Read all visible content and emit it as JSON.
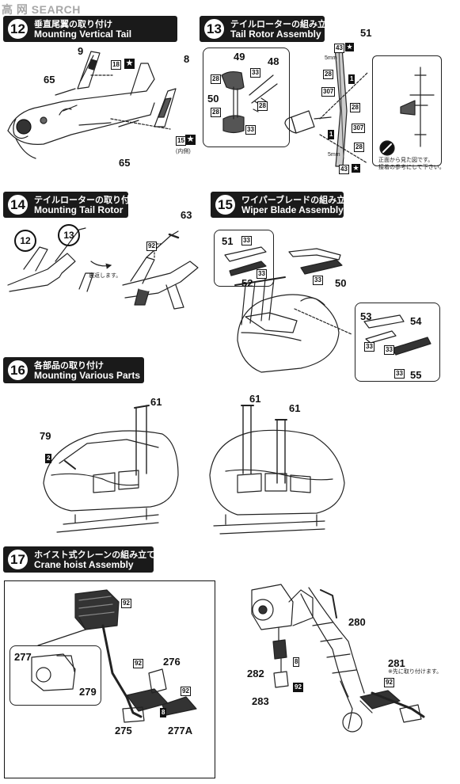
{
  "watermark": "高 网 SEARCH",
  "steps": [
    {
      "num": "12",
      "jp": "垂直尾翼の取り付け",
      "en": "Mounting Vertical Tail"
    },
    {
      "num": "13",
      "jp": "テイルローターの組み立て",
      "en": "Tail Rotor Assembly"
    },
    {
      "num": "14",
      "jp": "テイルローターの取り付け",
      "en": "Mounting Tail Rotor"
    },
    {
      "num": "15",
      "jp": "ワイパーブレードの組み立て",
      "en": "Wiper Blade Assembly"
    },
    {
      "num": "16",
      "jp": "各部品の取り付け",
      "en": "Mounting Various Parts"
    },
    {
      "num": "17",
      "jp": "ホイスト式クレーンの組み立て",
      "en": "Crane hoist Assembly"
    }
  ],
  "step12": {
    "parts": [
      "9",
      "65",
      "8",
      "65"
    ],
    "tags": [
      "18",
      "15"
    ],
    "inner_note": "(内側)"
  },
  "step13": {
    "parts": [
      "49",
      "48",
      "50",
      "51"
    ],
    "tags": [
      "28",
      "33",
      "28",
      "28",
      "33",
      "43",
      "28",
      "1",
      "307",
      "28",
      "1",
      "307",
      "28",
      "43"
    ],
    "dims": [
      "5mm",
      "5mm"
    ],
    "note": "正面から見た図です。\n接着の参考にして下さい。"
  },
  "step14": {
    "parts": [
      "63"
    ],
    "tags": [
      "92"
    ],
    "circles": [
      "12",
      "13"
    ],
    "note": "裏返します。"
  },
  "step15": {
    "parts": [
      "51",
      "52",
      "50",
      "53",
      "54",
      "55"
    ],
    "tags": [
      "33",
      "33",
      "33",
      "33",
      "33",
      "33"
    ]
  },
  "step16": {
    "parts": [
      "61",
      "79",
      "61",
      "61"
    ],
    "tags": [
      "2"
    ]
  },
  "step17": {
    "parts": [
      "277",
      "279",
      "276",
      "275",
      "277A",
      "280",
      "281",
      "282",
      "283"
    ],
    "tags": [
      "92",
      "92",
      "92",
      "8",
      "92",
      "8",
      "92"
    ],
    "note": "※先に取り付けます。"
  }
}
